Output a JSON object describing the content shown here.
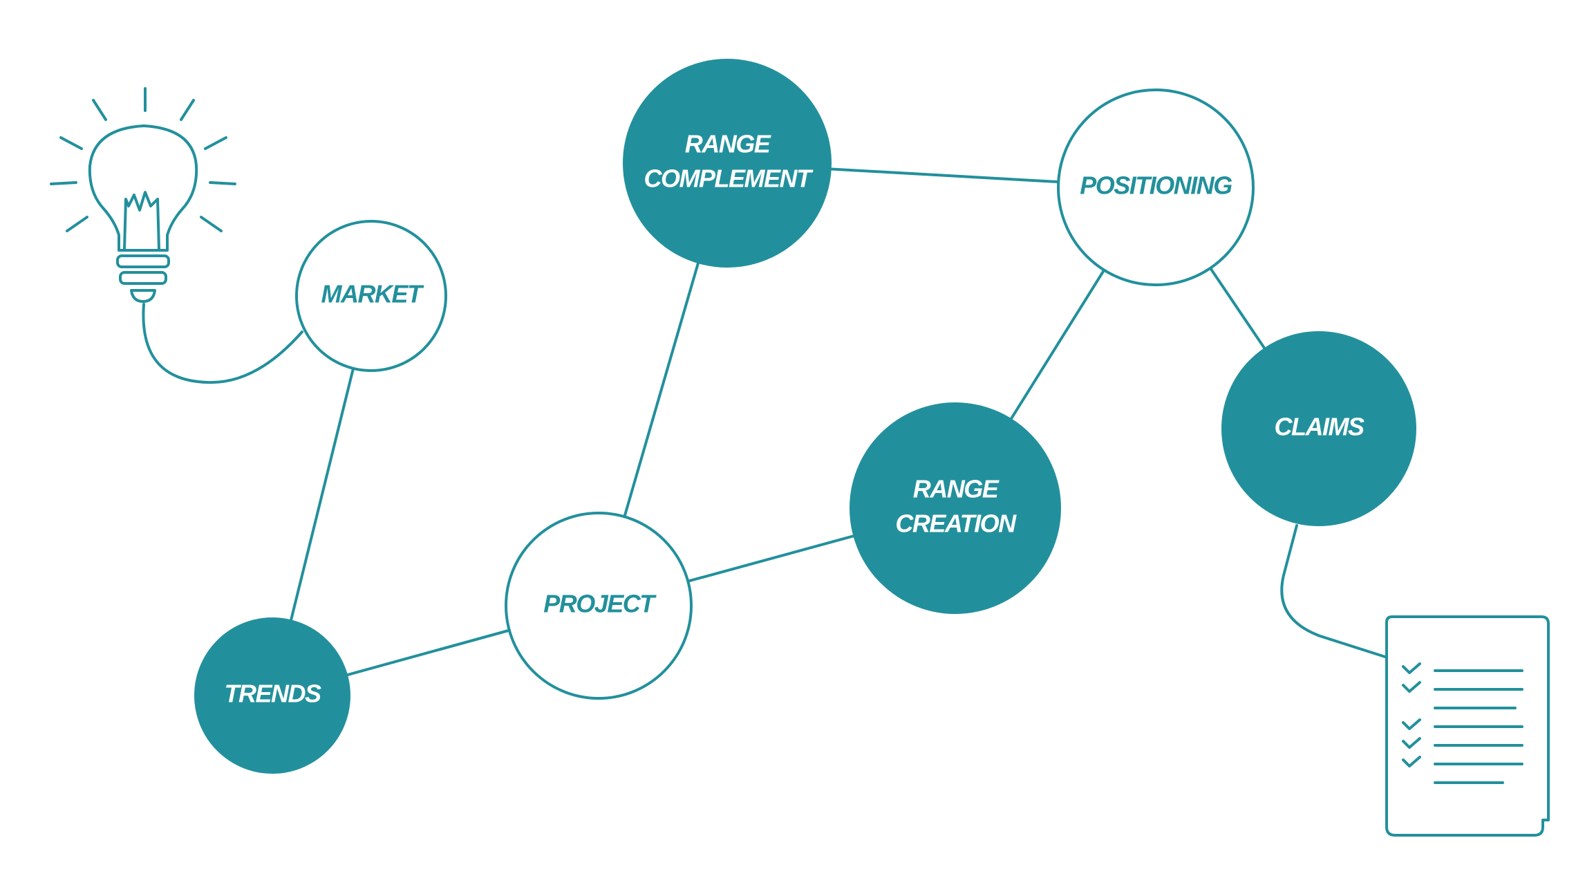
{
  "colors": {
    "teal": "#22909c",
    "white": "#ffffff"
  },
  "icons": {
    "start": "lightbulb-icon",
    "end": "checklist-document-icon"
  },
  "nodes": {
    "market": {
      "lines": [
        "MARKET"
      ],
      "filled": false
    },
    "trends": {
      "lines": [
        "TRENDS"
      ],
      "filled": true
    },
    "project": {
      "lines": [
        "PROJECT"
      ],
      "filled": false
    },
    "range_complement": {
      "lines": [
        "RANGE",
        "COMPLEMENT"
      ],
      "filled": true
    },
    "range_creation": {
      "lines": [
        "RANGE",
        "CREATION"
      ],
      "filled": true
    },
    "positioning": {
      "lines": [
        "POSITIONING"
      ],
      "filled": false
    },
    "claims": {
      "lines": [
        "CLAIMS"
      ],
      "filled": true
    }
  },
  "edges": [
    [
      "market",
      "trends"
    ],
    [
      "trends",
      "project"
    ],
    [
      "project",
      "range_complement"
    ],
    [
      "project",
      "range_creation"
    ],
    [
      "range_complement",
      "positioning"
    ],
    [
      "positioning",
      "range_creation"
    ],
    [
      "positioning",
      "claims"
    ]
  ]
}
